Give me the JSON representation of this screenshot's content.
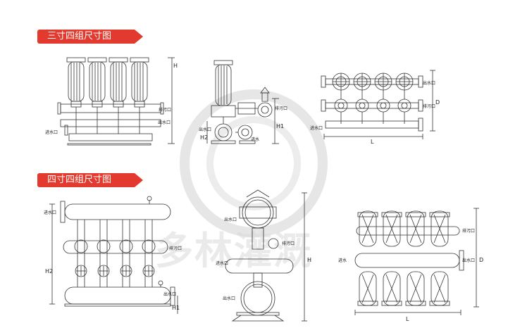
{
  "section_titles": [
    "三寸四组尺寸图",
    "四寸四组尺寸图"
  ],
  "labels": {
    "outlet": "出水口",
    "sewage": "排污口",
    "inlet": "进水口",
    "in_short": "进水",
    "out_short": "出水",
    "H": "H",
    "H1": "H1",
    "H2": "H2",
    "L": "L",
    "D": "D"
  },
  "watermark": "多林灌溉",
  "colors": {
    "tab": "#e23a2f",
    "line": "#333333",
    "watermark": "#dadada"
  }
}
